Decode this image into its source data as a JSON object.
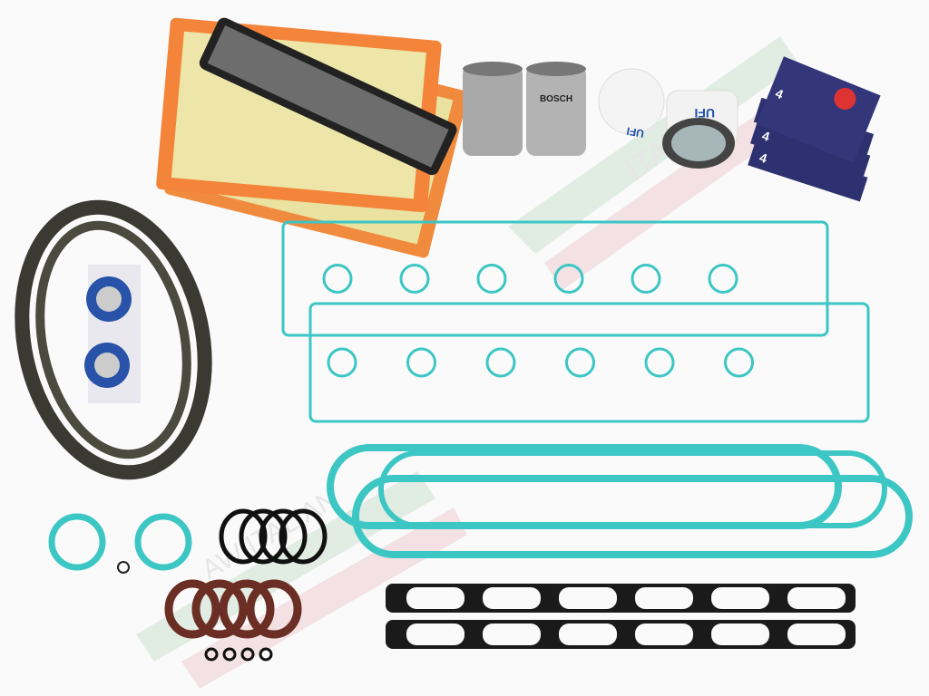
{
  "product_labels": {
    "fuel_filter_brand": "BOSCH",
    "oil_filter_brand_1": "UFI",
    "oil_filter_brand_2": "UFI",
    "spark_plug_count_1": "4",
    "spark_plug_count_2": "4",
    "spark_plug_count_3": "4",
    "spark_plug_count_4": "4"
  },
  "watermark": {
    "top_text": "ITALIAN",
    "bottom_text": "AW ITALIAN"
  },
  "colors": {
    "background": "#fafafa",
    "air_filter": "#f08a3c",
    "gasket_teal": "#3cc6c4",
    "gasket_black": "#1a1a1a",
    "seal_brown": "#6b2e24",
    "spark_box": "#2d3170"
  }
}
